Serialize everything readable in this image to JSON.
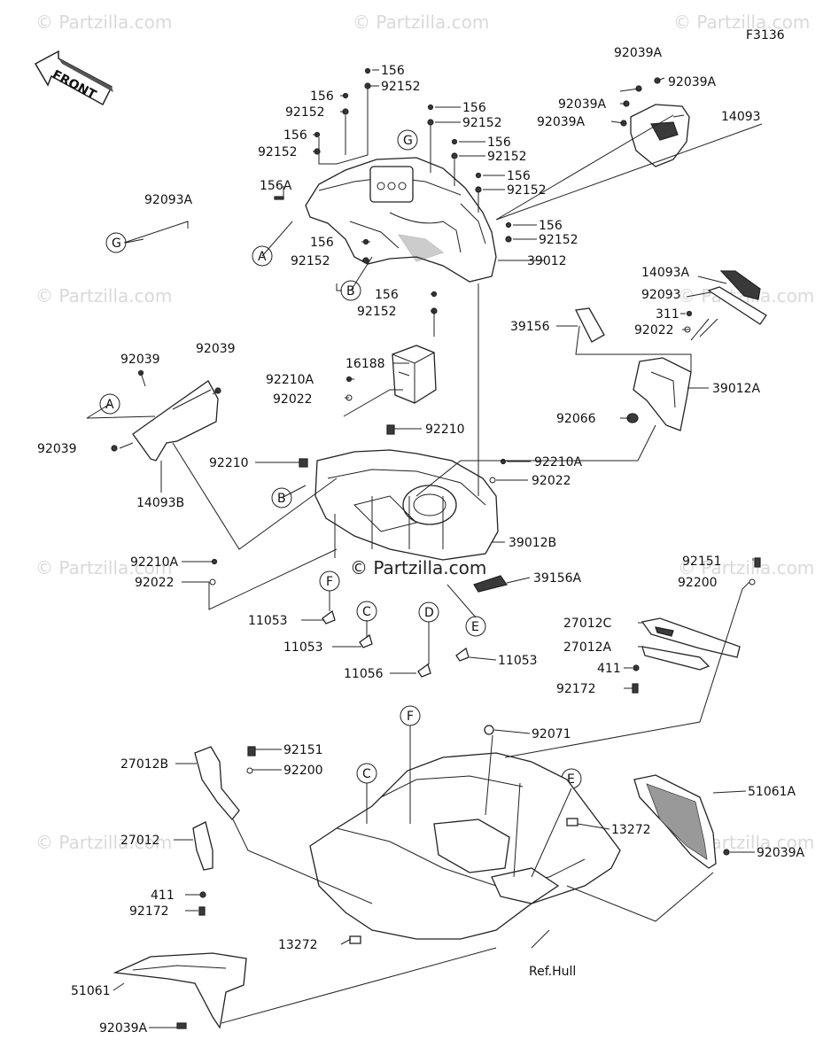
{
  "figure_code": "F3136",
  "front_label": "FRONT",
  "copyright": "© Partzilla.com",
  "watermark": "© Partzilla.com",
  "reference_note": "Ref.Hull",
  "callout_letters": {
    "A": "A",
    "B": "B",
    "C": "C",
    "D": "D",
    "E": "E",
    "F": "F",
    "G": "G"
  },
  "part_labels": {
    "p92039A_top": "92039A",
    "p92039A_r": "92039A",
    "p92039A_l1": "92039A",
    "p92039A_l2": "92039A",
    "p14093": "14093",
    "p156_1": "156",
    "p92152_1": "92152",
    "p156_2": "156",
    "p92152_2": "92152",
    "p156_3": "156",
    "p92152_3": "92152",
    "p156_4": "156",
    "p92152_4": "92152",
    "p156_5": "156",
    "p92152_5": "92152",
    "p156_6": "156",
    "p92152_6": "92152",
    "p156_7": "156",
    "p92152_7": "92152",
    "p156A": "156A",
    "p156_8": "156",
    "p92152_8": "92152",
    "p156_9": "156",
    "p92152_9": "92152",
    "p39012": "39012",
    "p92093A": "92093A",
    "p14093A": "14093A",
    "p92093": "92093",
    "p311": "311",
    "p39156": "39156",
    "p92022_r": "92022",
    "p92066": "92066",
    "p39012A": "39012A",
    "p92039_a": "92039",
    "p92039_b": "92039",
    "p92039_c": "92039",
    "p14093B": "14093B",
    "p16188": "16188",
    "p92210A_1": "92210A",
    "p92022_1": "92022",
    "p92210_1": "92210",
    "p92210_2": "92210",
    "p92210A_2": "92210A",
    "p92022_2": "92022",
    "p39012B": "39012B",
    "p92210A_3": "92210A",
    "p92022_3": "92022",
    "p39156A": "39156A",
    "p11053_1": "11053",
    "p11053_2": "11053",
    "p11056": "11056",
    "p11053_3": "11053",
    "p92151_r": "92151",
    "p92200_r": "92200",
    "p27012C": "27012C",
    "p27012A": "27012A",
    "p411_r": "411",
    "p92172_r": "92172",
    "p92071": "92071",
    "p92151_l": "92151",
    "p27012B": "27012B",
    "p92200_l": "92200",
    "p51061A": "51061A",
    "p13272_r": "13272",
    "p92039A_br": "92039A",
    "p27012": "27012",
    "p411_l": "411",
    "p92172_l": "92172",
    "p13272_l": "13272",
    "p51061": "51061",
    "p92039A_bl": "92039A"
  }
}
